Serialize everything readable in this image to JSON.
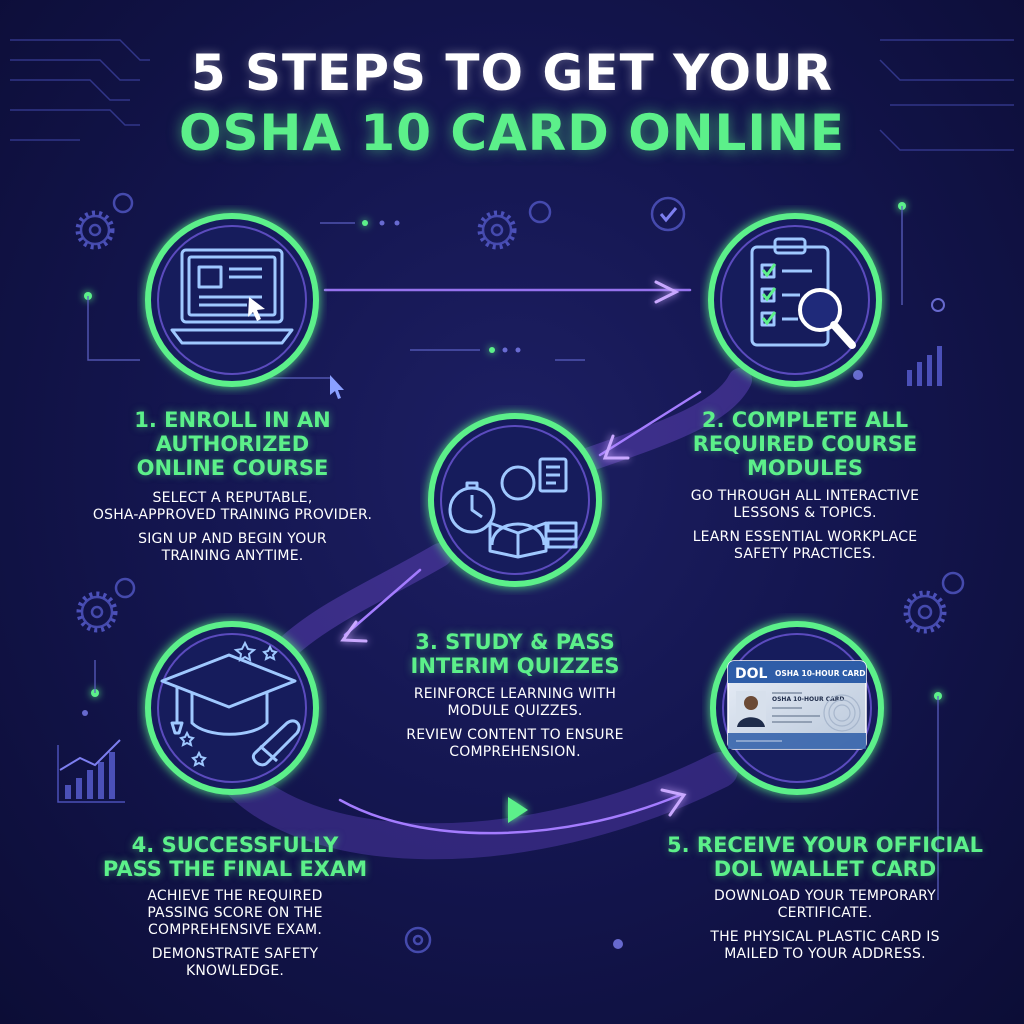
{
  "title": {
    "line1": "5 STEPS TO GET YOUR",
    "line2": "OSHA 10 CARD ONLINE"
  },
  "colors": {
    "accent_green": "#5cf08a",
    "accent_purple": "#9b6cff",
    "background": "#141650"
  },
  "steps": [
    {
      "icon": "laptop-icon",
      "title_lines": [
        "1. ENROLL IN AN",
        "AUTHORIZED",
        "ONLINE COURSE"
      ],
      "desc": [
        "SELECT A REPUTABLE,\nOSHA-APPROVED TRAINING PROVIDER.",
        "SIGN UP AND BEGIN YOUR\nTRAINING ANYTIME."
      ]
    },
    {
      "icon": "clipboard-magnifier-icon",
      "title_lines": [
        "2. COMPLETE ALL",
        "REQUIRED COURSE",
        "MODULES"
      ],
      "desc": [
        "GO THROUGH ALL INTERACTIVE\nLESSONS & TOPICS.",
        "LEARN ESSENTIAL WORKPLACE\nSAFETY PRACTICES."
      ]
    },
    {
      "icon": "student-reading-icon",
      "title_lines": [
        "3. STUDY & PASS",
        "INTERIM QUIZZES"
      ],
      "desc": [
        "REINFORCE LEARNING WITH\nMODULE QUIZZES.",
        "REVIEW CONTENT TO ENSURE\nCOMPREHENSION."
      ]
    },
    {
      "icon": "graduation-cap-icon",
      "title_lines": [
        "4. SUCCESSFULLY",
        "PASS THE FINAL EXAM"
      ],
      "desc": [
        "ACHIEVE THE REQUIRED\nPASSING SCORE ON THE\nCOMPREHENSIVE EXAM.",
        "DEMONSTRATE SAFETY\nKNOWLEDGE."
      ]
    },
    {
      "icon": "id-card-icon",
      "title_lines": [
        "5. RECEIVE YOUR OFFICIAL",
        "DOL WALLET CARD"
      ],
      "desc": [
        "DOWNLOAD YOUR TEMPORARY\nCERTIFICATE.",
        "THE PHYSICAL PLASTIC CARD IS\nMAILED TO YOUR ADDRESS."
      ]
    }
  ],
  "card": {
    "brand": "DOL",
    "header": "OSHA 10-HOUR CARD",
    "name_line": "OSHA 10-HOUR CARD"
  }
}
